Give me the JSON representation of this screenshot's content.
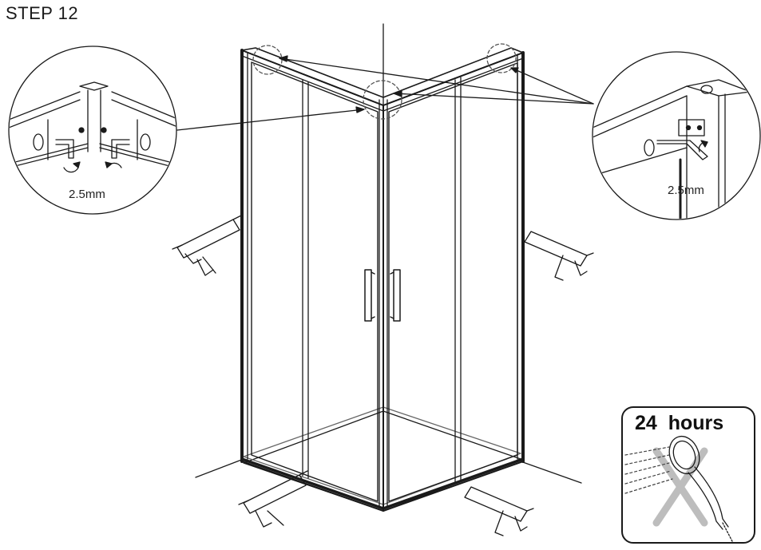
{
  "title": "STEP 12",
  "left_detail": {
    "label": "2.5mm"
  },
  "right_detail": {
    "label": "2.5mm"
  },
  "warning": {
    "label": "24  hours"
  },
  "colors": {
    "ink": "#1a1a1a",
    "light": "#bdbdbd",
    "panel": "#ffffff"
  },
  "icons": [
    "hex-key-icon",
    "rotate-arrow-icon",
    "silicone-gun-icon",
    "shower-head-icon",
    "no-water-icon"
  ]
}
